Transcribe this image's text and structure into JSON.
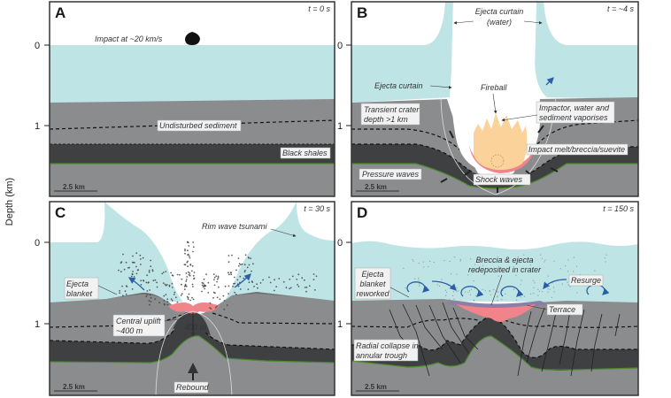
{
  "figure": {
    "axis_title": "Depth (km)",
    "depth_ticks": [
      "0",
      "1"
    ],
    "scale_bar": "2.5 km",
    "colors": {
      "water": "#bfe4e6",
      "sediment": "#8b8c8e",
      "lower_sediment": "#8b8c8e",
      "black_shale": "#3e4042",
      "melt": "#f0848a",
      "fireball": "#fbd29a",
      "green_line": "#4a8a2a",
      "arrow_blue": "#2a5fa8"
    }
  },
  "panels": [
    {
      "letter": "A",
      "time": "t = 0 s",
      "labels": {
        "impact": "Impact at ~20 km/s",
        "undisturbed": "Undisturbed sediment",
        "black_shales": "Black shales"
      }
    },
    {
      "letter": "B",
      "time": "t = ~4 s",
      "labels": {
        "ejecta_water_1": "Ejecta curtain",
        "ejecta_water_2": "(water)",
        "ejecta_curtain": "Ejecta curtain",
        "fireball": "Fireball",
        "transient_1": "Transient crater",
        "transient_2": "depth >1 km",
        "vapor_1": "Impactor, water and",
        "vapor_2": "sediment vaporises",
        "melt": "Impact melt/breccia/suevite",
        "pressure": "Pressure waves",
        "shock": "Shock waves"
      }
    },
    {
      "letter": "C",
      "time": "t = 30 s",
      "labels": {
        "rim_wave": "Rim wave tsunami",
        "ejecta_1": "Ejecta",
        "ejecta_2": "blanket",
        "uplift_1": "Central uplift",
        "uplift_2": "~400 m",
        "uplift_amount": "400 m",
        "rebound": "Rebound"
      }
    },
    {
      "letter": "D",
      "time": "t = 150 s",
      "labels": {
        "breccia_1": "Breccia & ejecta",
        "breccia_2": "redeposited in crater",
        "reworked_1": "Ejecta",
        "reworked_2": "blanket",
        "reworked_3": "reworked",
        "resurge": "Resurge",
        "terrace": "Terrace",
        "radial_1": "Radial collapse in",
        "radial_2": "annular trough"
      }
    }
  ]
}
